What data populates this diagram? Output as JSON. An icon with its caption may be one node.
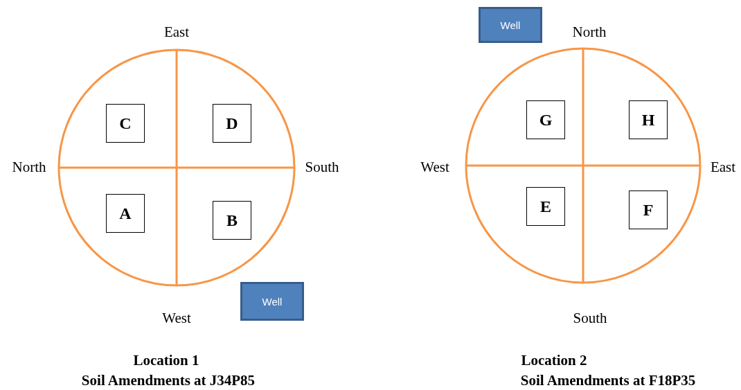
{
  "diagram": {
    "nodes": [
      {
        "text": [],
        "shape": "circle"
      },
      {
        "text": [
          "C"
        ],
        "in": 0
      },
      {
        "text": [
          "D"
        ],
        "in": 0
      },
      {
        "text": [
          "A"
        ],
        "in": 0
      },
      {
        "text": [
          "B"
        ],
        "in": 0
      },
      {
        "text": [
          "Well"
        ]
      },
      {
        "text": [],
        "shape": "circle"
      },
      {
        "text": [
          "G"
        ],
        "in": 6
      },
      {
        "text": [
          "H"
        ],
        "in": 6
      },
      {
        "text": [
          "E"
        ],
        "in": 6
      },
      {
        "text": [
          "F"
        ],
        "in": 6
      },
      {
        "text": [
          "Well"
        ]
      }
    ],
    "edges": [],
    "labels": [
      "East",
      "North",
      "South",
      "West",
      "Location 1",
      "Soil Amendments at J34P85",
      "North",
      "West",
      "East",
      "South",
      "Location 2",
      "Soil Amendments at F18P35"
    ]
  }
}
